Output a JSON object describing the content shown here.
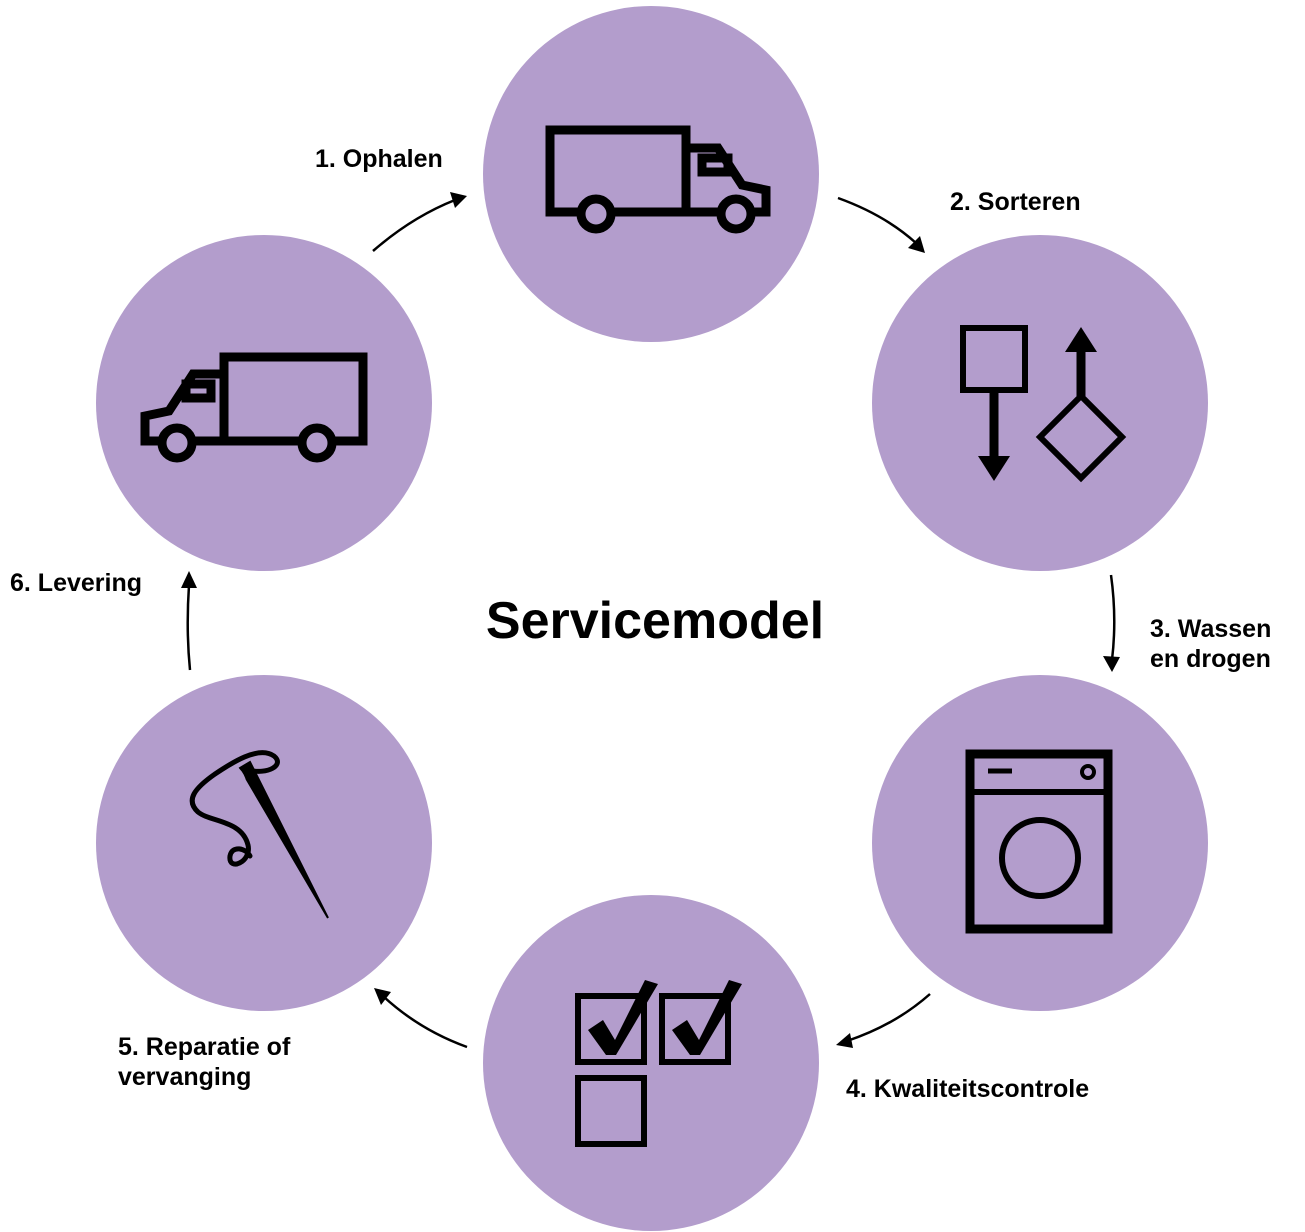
{
  "title": "Servicemodel",
  "colors": {
    "circle": "#b39dcc",
    "icon": "#000000",
    "background": "#ffffff"
  },
  "steps": [
    {
      "label": "1. Ophalen",
      "icon": "truck-icon"
    },
    {
      "label": "2. Sorteren",
      "icon": "sorting-icon"
    },
    {
      "label": "3. Wassen\nen drogen",
      "icon": "washing-machine-icon"
    },
    {
      "label": "4. Kwaliteitscontrole",
      "icon": "checklist-icon"
    },
    {
      "label": "5. Reparatie of\nvervanging",
      "icon": "needle-thread-icon"
    },
    {
      "label": "6. Levering",
      "icon": "delivery-truck-icon"
    }
  ]
}
